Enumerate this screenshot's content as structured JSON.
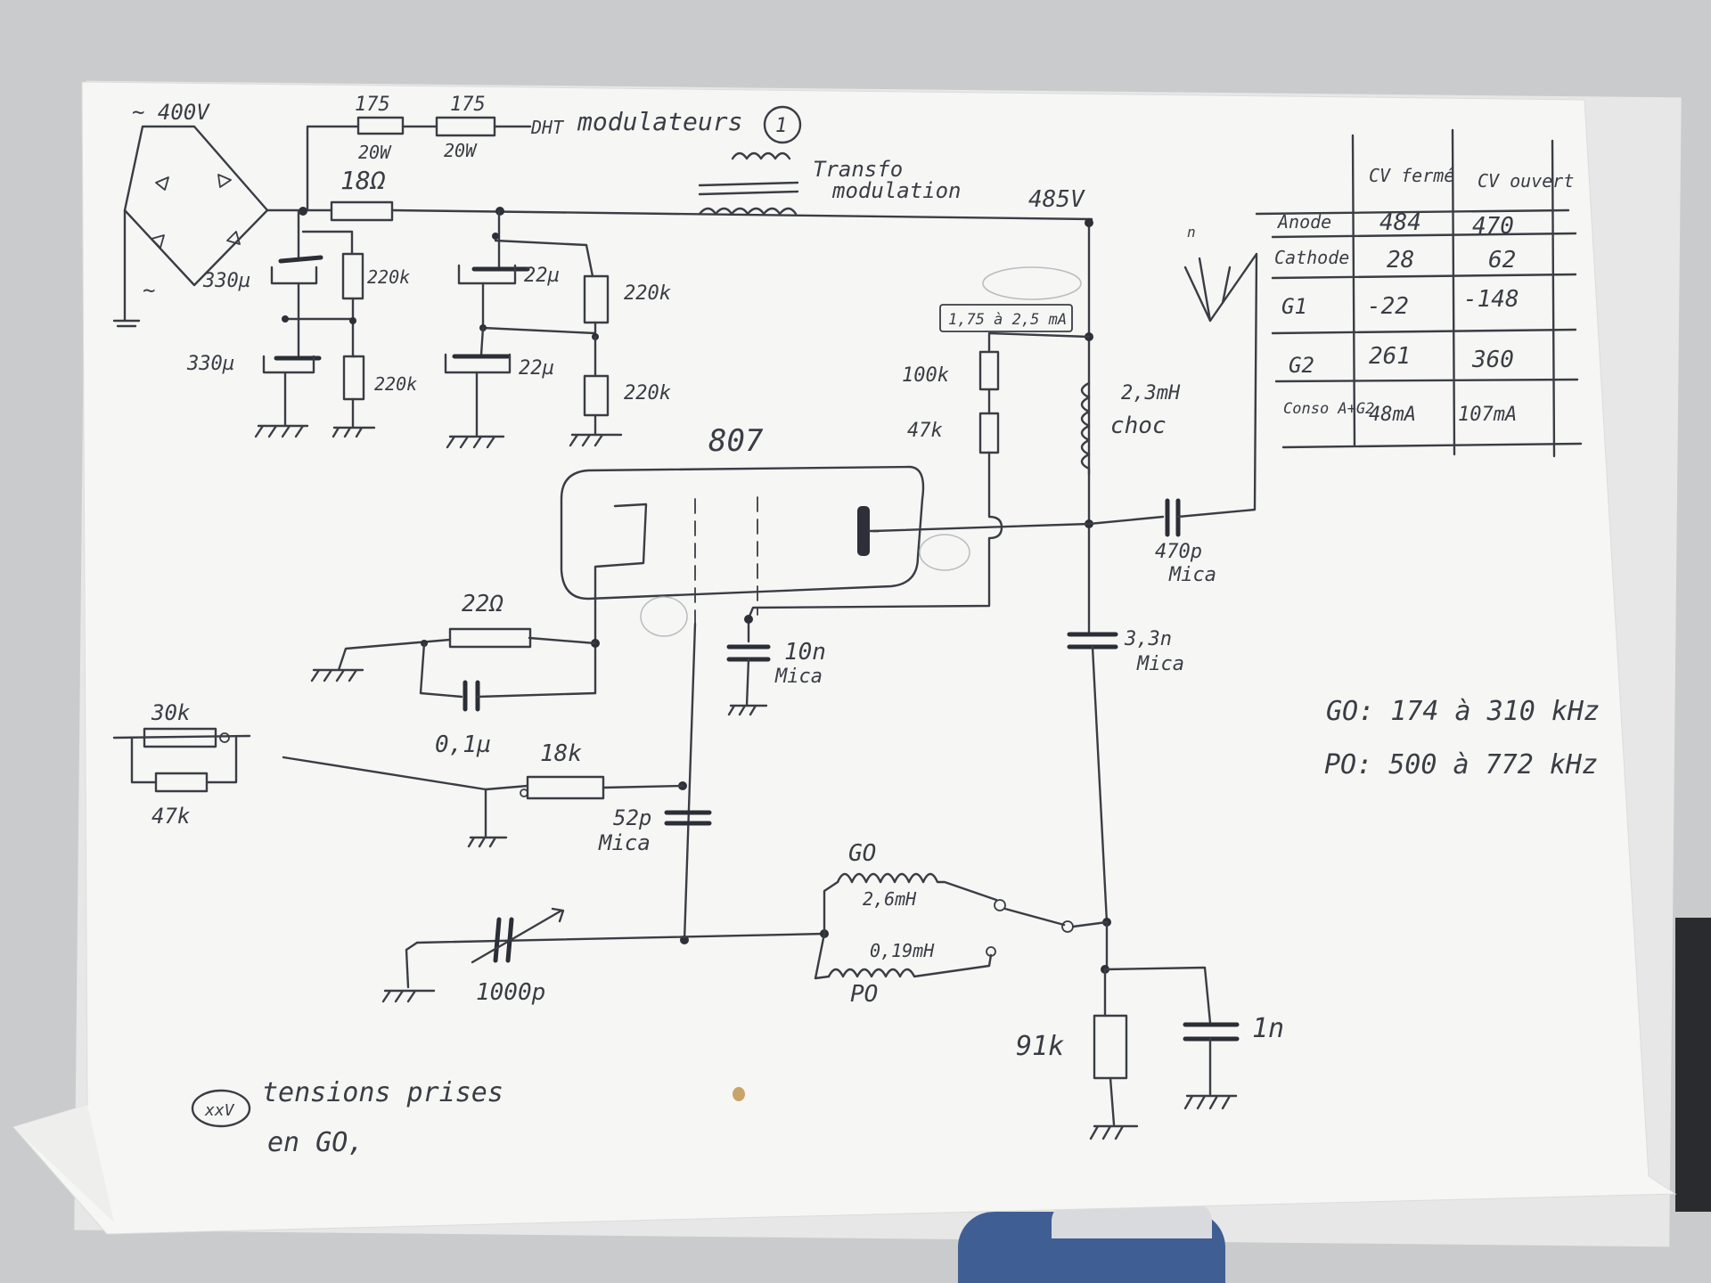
{
  "supply": {
    "mains": "~ 400V",
    "ac_mark": "~",
    "r1_value": "175",
    "r1_power": "20W",
    "r2_value": "175",
    "r2_power": "20W",
    "dht_label": "DHT",
    "modulateurs": "modulateurs",
    "circle_ref": "1",
    "r_18": "18Ω",
    "c1": "330µ",
    "c2": "330µ",
    "r220_1": "220k",
    "r220_2": "220k",
    "c3": "22µ",
    "c4": "22µ",
    "r220_3": "220k",
    "r220_4": "220k"
  },
  "transfo": {
    "label_line1": "Transfo",
    "label_line2": "modulation",
    "voltage": "485V"
  },
  "tube": {
    "name": "807"
  },
  "anode_branch": {
    "current": "1,75 à 2,5 mA",
    "r100k": "100k",
    "r47k": "47k",
    "choke_value": "2,3mH",
    "choke_label": "choc",
    "c_mica_470": "470p",
    "mica1": "Mica",
    "c33n": "3,3n",
    "mica2": "Mica",
    "antenna_mark": "n"
  },
  "cathode_branch": {
    "r22": "22Ω",
    "c01": "0,1µ",
    "c10n": "10n",
    "mica": "Mica"
  },
  "grid_branch": {
    "r30k": "30k",
    "r47k": "47k",
    "r18k": "18k",
    "c52p": "52p",
    "mica": "Mica"
  },
  "tank": {
    "go": "GO",
    "go_l": "2,6mH",
    "po_l": "0,19mH",
    "po": "PO",
    "cvar": "1000p",
    "r91k": "91k",
    "c1n": "1n"
  },
  "bands": {
    "go_range": "GO: 174 à 310 kHz",
    "po_range": "PO: 500 à 772 kHz"
  },
  "note": {
    "badge": "xxV",
    "line1": "tensions prises",
    "line2": "en GO,"
  },
  "table": {
    "col1": "CV fermé",
    "col2": "CV ouvert",
    "rows": [
      {
        "label": "Anode",
        "a": "484",
        "b": "470"
      },
      {
        "label": "Cathode",
        "a": "28",
        "b": "62"
      },
      {
        "label": "G1",
        "a": "-22",
        "b": "-148"
      },
      {
        "label": "G2",
        "a": "261",
        "b": "360"
      },
      {
        "label": "Conso A+G2",
        "a": "48mA",
        "b": "107mA"
      }
    ]
  }
}
